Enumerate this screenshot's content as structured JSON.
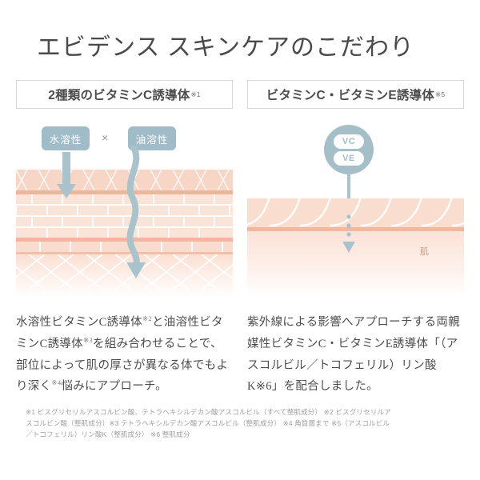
{
  "page": {
    "title": "エビデンス スキンケアのこだわり",
    "background_color": "#ffffff",
    "text_color": "#4d4d4d"
  },
  "colors": {
    "badge_blue": "#9fbcc8",
    "accent_teal": "#a9c3cd",
    "skin_epidermis": "#f7d6c6",
    "skin_separator": "#eeb59c",
    "skin_brick": "#fae3d7",
    "skin_dermis": "#fbdfd2",
    "skin_label": "#c99b84",
    "footnote_gray": "#a0a0a0",
    "border_gray": "#d6d6d6"
  },
  "left_column": {
    "header": {
      "text": "2種類のビタミンC誘導体",
      "superscript": "※1"
    },
    "diagram": {
      "badges": [
        {
          "label": "水溶性",
          "name": "water-soluble"
        },
        {
          "label": "油溶性",
          "name": "oil-soluble"
        }
      ],
      "operator": "×",
      "arrows": [
        {
          "name": "straight-arrow",
          "style": "straight"
        },
        {
          "name": "wavy-arrow",
          "style": "wavy"
        }
      ]
    },
    "body": [
      {
        "text": "水溶性ビタミンC誘導体"
      },
      {
        "sup": "※2"
      },
      {
        "text": "と油溶性ビタミンC誘導体"
      },
      {
        "sup": "※3"
      },
      {
        "text": "を組み合わせることで、部位によって肌の厚さが異なる体でもより深く"
      },
      {
        "sup": "※4"
      },
      {
        "text": "悩みにアプローチ。"
      }
    ],
    "body_plain": "水溶性ビタミンC誘導体※2と油溶性ビタミンC誘導体※3を組み合わせることで、部位によって肌の厚さが異なる体でもより深く※4悩みにアプローチ。"
  },
  "right_column": {
    "header": {
      "text": "ビタミンC・ビタミンE誘導体",
      "superscript": "※5"
    },
    "diagram": {
      "circle_pills": [
        {
          "label": "VC",
          "name": "vitamin-c"
        },
        {
          "label": "VE",
          "name": "vitamin-e"
        }
      ],
      "skin_label": "肌",
      "arrow": {
        "name": "dotted-arrow",
        "style": "dotted"
      }
    },
    "body_plain": "紫外線による影響へアプローチする両親媒性ビタミンC・ビタミンE誘導体「（アスコルビル／トコフェリル）リン酸K※6」を配合しました。"
  },
  "footnotes": {
    "lines": [
      "※1 ビスグリセリルアスコルビン酸、テトラヘキシルデカン酸アスコルビル（すべて整肌成分） ※2 ビスグリセリルア",
      "スコルビン酸（整肌成分）※3 テトラヘキシルデカン酸アスコルビル（整肌成分） ※4 角質層まで ※5（アスコルビル",
      "／トコフェリル）リン酸K（整肌成分） ※6 整肌成分"
    ]
  }
}
